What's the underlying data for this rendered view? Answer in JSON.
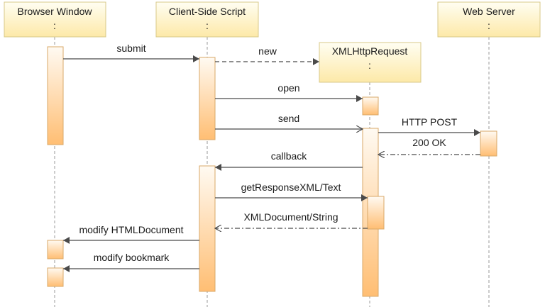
{
  "diagram": {
    "type": "sequence",
    "colors": {
      "participant_fill_top": "#fffef2",
      "participant_fill_bottom": "#fde9a8",
      "participant_stroke": "#d8c98a",
      "activation_fill_top": "#fffaf2",
      "activation_fill_bottom": "#ffbe73",
      "activation_stroke": "#d9a868",
      "lifeline": "#9a9a9a",
      "arrow": "#4a4a4a"
    },
    "participants": [
      {
        "id": "browser",
        "label": "Browser Window",
        "stereotype": ":"
      },
      {
        "id": "script",
        "label": "Client-Side Script",
        "stereotype": ":"
      },
      {
        "id": "xhr",
        "label": "XMLHttpRequest",
        "stereotype": ":"
      },
      {
        "id": "server",
        "label": "Web Server",
        "stereotype": ":"
      }
    ],
    "messages": [
      {
        "label": "submit",
        "from": "browser",
        "to": "script",
        "kind": "sync"
      },
      {
        "label": "new",
        "from": "script",
        "to": "xhr",
        "kind": "create"
      },
      {
        "label": "open",
        "from": "script",
        "to": "xhr",
        "kind": "sync"
      },
      {
        "label": "send",
        "from": "script",
        "to": "xhr",
        "kind": "async"
      },
      {
        "label": "HTTP POST",
        "from": "xhr",
        "to": "server",
        "kind": "sync"
      },
      {
        "label": "200 OK",
        "from": "server",
        "to": "xhr",
        "kind": "return"
      },
      {
        "label": "callback",
        "from": "xhr",
        "to": "script",
        "kind": "sync"
      },
      {
        "label": "getResponseXML/Text",
        "from": "script",
        "to": "xhr",
        "kind": "sync"
      },
      {
        "label": "XMLDocument/String",
        "from": "xhr",
        "to": "script",
        "kind": "return"
      },
      {
        "label": "modify HTMLDocument",
        "from": "script",
        "to": "browser",
        "kind": "sync"
      },
      {
        "label": "modify bookmark",
        "from": "script",
        "to": "browser",
        "kind": "sync"
      }
    ]
  }
}
